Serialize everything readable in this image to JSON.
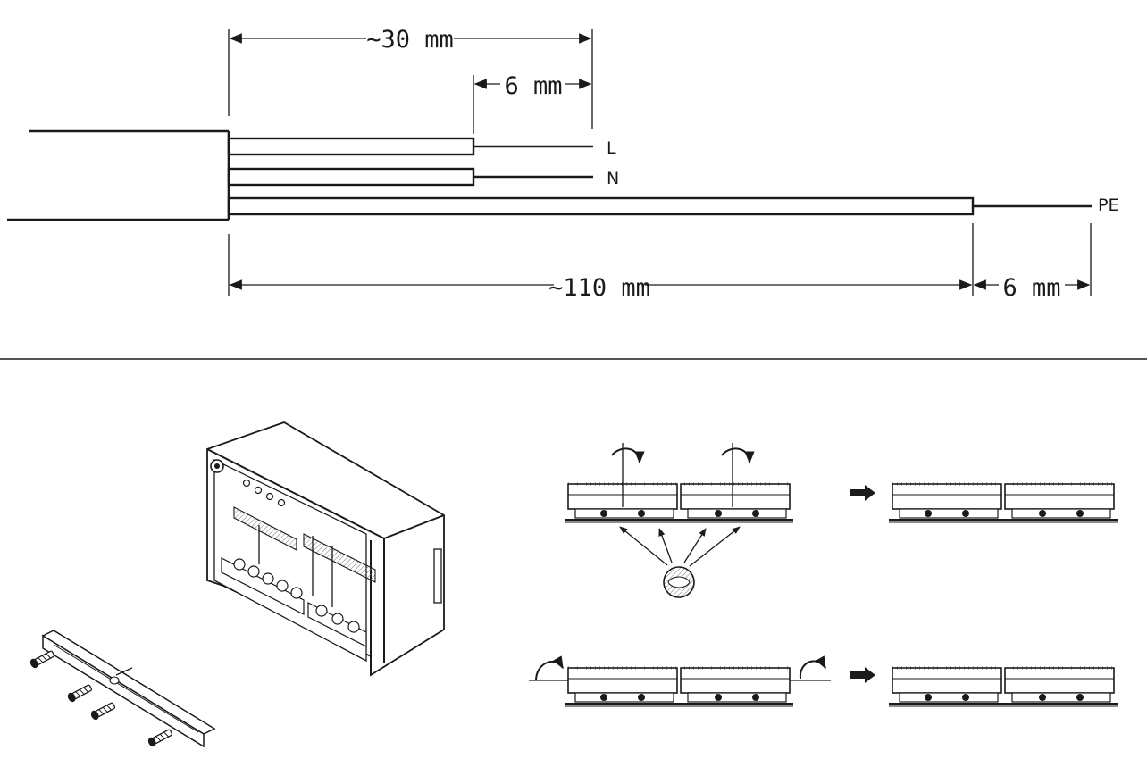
{
  "wire_stripping": {
    "dim_sheath": "~30 mm",
    "dim_strip_top": "6 mm",
    "dim_pe_length": "~110 mm",
    "dim_strip_pe": "6 mm",
    "label_l": "L",
    "label_n": "N",
    "label_pe": "PE"
  },
  "colors": {
    "line": "#1a1a1a",
    "background": "#ffffff",
    "hatch": "#777777"
  }
}
